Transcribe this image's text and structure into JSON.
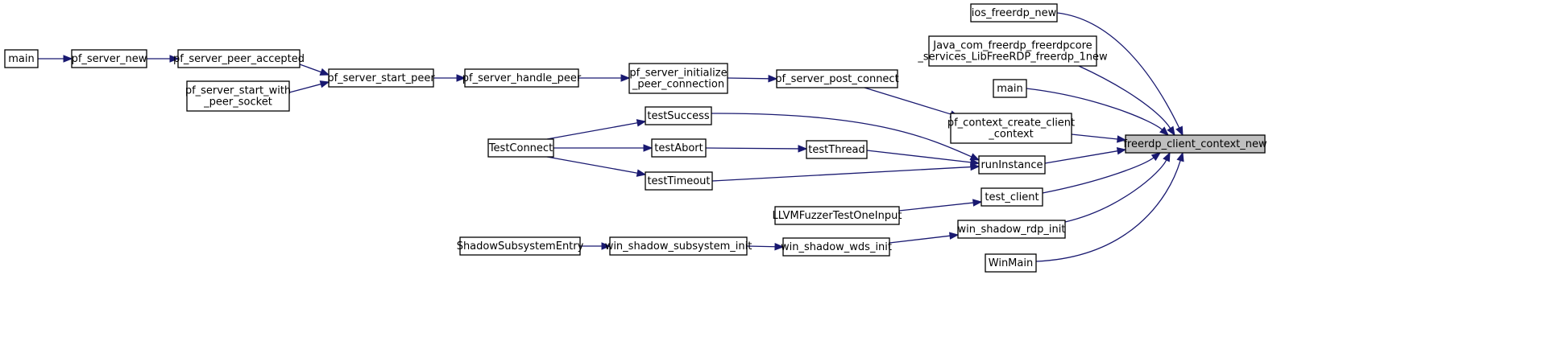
{
  "graph": {
    "focus_id": "freerdp_client_context_new",
    "nodes": [
      {
        "id": "main_pf",
        "label": [
          "main"
        ]
      },
      {
        "id": "pf_server_new",
        "label": [
          "pf_server_new"
        ]
      },
      {
        "id": "pf_server_peer_accepted",
        "label": [
          "pf_server_peer_accepted"
        ]
      },
      {
        "id": "pf_server_start_with_peer_socket",
        "label": [
          "pf_server_start_with",
          "_peer_socket"
        ]
      },
      {
        "id": "pf_server_start_peer",
        "label": [
          "pf_server_start_peer"
        ]
      },
      {
        "id": "pf_server_handle_peer",
        "label": [
          "pf_server_handle_peer"
        ]
      },
      {
        "id": "pf_server_initialize_peer_connection",
        "label": [
          "pf_server_initialize",
          "_peer_connection"
        ]
      },
      {
        "id": "pf_server_post_connect",
        "label": [
          "pf_server_post_connect"
        ]
      },
      {
        "id": "pf_context_create_client_context",
        "label": [
          "pf_context_create_client",
          "_context"
        ]
      },
      {
        "id": "ios_freerdp_new",
        "label": [
          "ios_freerdp_new"
        ]
      },
      {
        "id": "java_freerdp_new",
        "label": [
          "Java_com_freerdp_freerdpcore",
          "_services_LibFreeRDP_freerdp_1new"
        ]
      },
      {
        "id": "main_client",
        "label": [
          "main"
        ]
      },
      {
        "id": "TestConnect",
        "label": [
          "TestConnect"
        ]
      },
      {
        "id": "testSuccess",
        "label": [
          "testSuccess"
        ]
      },
      {
        "id": "testAbort",
        "label": [
          "testAbort"
        ]
      },
      {
        "id": "testTimeout",
        "label": [
          "testTimeout"
        ]
      },
      {
        "id": "testThread",
        "label": [
          "testThread"
        ]
      },
      {
        "id": "runInstance",
        "label": [
          "runInstance"
        ]
      },
      {
        "id": "LLVMFuzzerTestOneInput",
        "label": [
          "LLVMFuzzerTestOneInput"
        ]
      },
      {
        "id": "test_client",
        "label": [
          "test_client"
        ]
      },
      {
        "id": "ShadowSubsystemEntry",
        "label": [
          "ShadowSubsystemEntry"
        ]
      },
      {
        "id": "win_shadow_subsystem_init",
        "label": [
          "win_shadow_subsystem_init"
        ]
      },
      {
        "id": "win_shadow_wds_init",
        "label": [
          "win_shadow_wds_init"
        ]
      },
      {
        "id": "win_shadow_rdp_init",
        "label": [
          "win_shadow_rdp_init"
        ]
      },
      {
        "id": "WinMain",
        "label": [
          "WinMain"
        ]
      },
      {
        "id": "freerdp_client_context_new",
        "label": [
          "freerdp_client_context_new"
        ]
      }
    ],
    "edges": [
      {
        "from": "main_pf",
        "to": "pf_server_new"
      },
      {
        "from": "pf_server_new",
        "to": "pf_server_peer_accepted"
      },
      {
        "from": "pf_server_peer_accepted",
        "to": "pf_server_start_peer"
      },
      {
        "from": "pf_server_start_with_peer_socket",
        "to": "pf_server_start_peer"
      },
      {
        "from": "pf_server_start_peer",
        "to": "pf_server_handle_peer"
      },
      {
        "from": "pf_server_handle_peer",
        "to": "pf_server_initialize_peer_connection"
      },
      {
        "from": "pf_server_initialize_peer_connection",
        "to": "pf_server_post_connect"
      },
      {
        "from": "pf_server_post_connect",
        "to": "pf_context_create_client_context"
      },
      {
        "from": "pf_context_create_client_context",
        "to": "freerdp_client_context_new"
      },
      {
        "from": "ios_freerdp_new",
        "to": "freerdp_client_context_new"
      },
      {
        "from": "java_freerdp_new",
        "to": "freerdp_client_context_new"
      },
      {
        "from": "main_client",
        "to": "freerdp_client_context_new"
      },
      {
        "from": "TestConnect",
        "to": "testSuccess"
      },
      {
        "from": "TestConnect",
        "to": "testAbort"
      },
      {
        "from": "TestConnect",
        "to": "testTimeout"
      },
      {
        "from": "testSuccess",
        "to": "runInstance"
      },
      {
        "from": "testAbort",
        "to": "testThread"
      },
      {
        "from": "testThread",
        "to": "runInstance"
      },
      {
        "from": "testTimeout",
        "to": "runInstance"
      },
      {
        "from": "runInstance",
        "to": "freerdp_client_context_new"
      },
      {
        "from": "LLVMFuzzerTestOneInput",
        "to": "test_client"
      },
      {
        "from": "test_client",
        "to": "freerdp_client_context_new"
      },
      {
        "from": "ShadowSubsystemEntry",
        "to": "win_shadow_subsystem_init"
      },
      {
        "from": "win_shadow_subsystem_init",
        "to": "win_shadow_wds_init"
      },
      {
        "from": "win_shadow_wds_init",
        "to": "win_shadow_rdp_init"
      },
      {
        "from": "win_shadow_rdp_init",
        "to": "freerdp_client_context_new"
      },
      {
        "from": "WinMain",
        "to": "freerdp_client_context_new"
      }
    ]
  }
}
